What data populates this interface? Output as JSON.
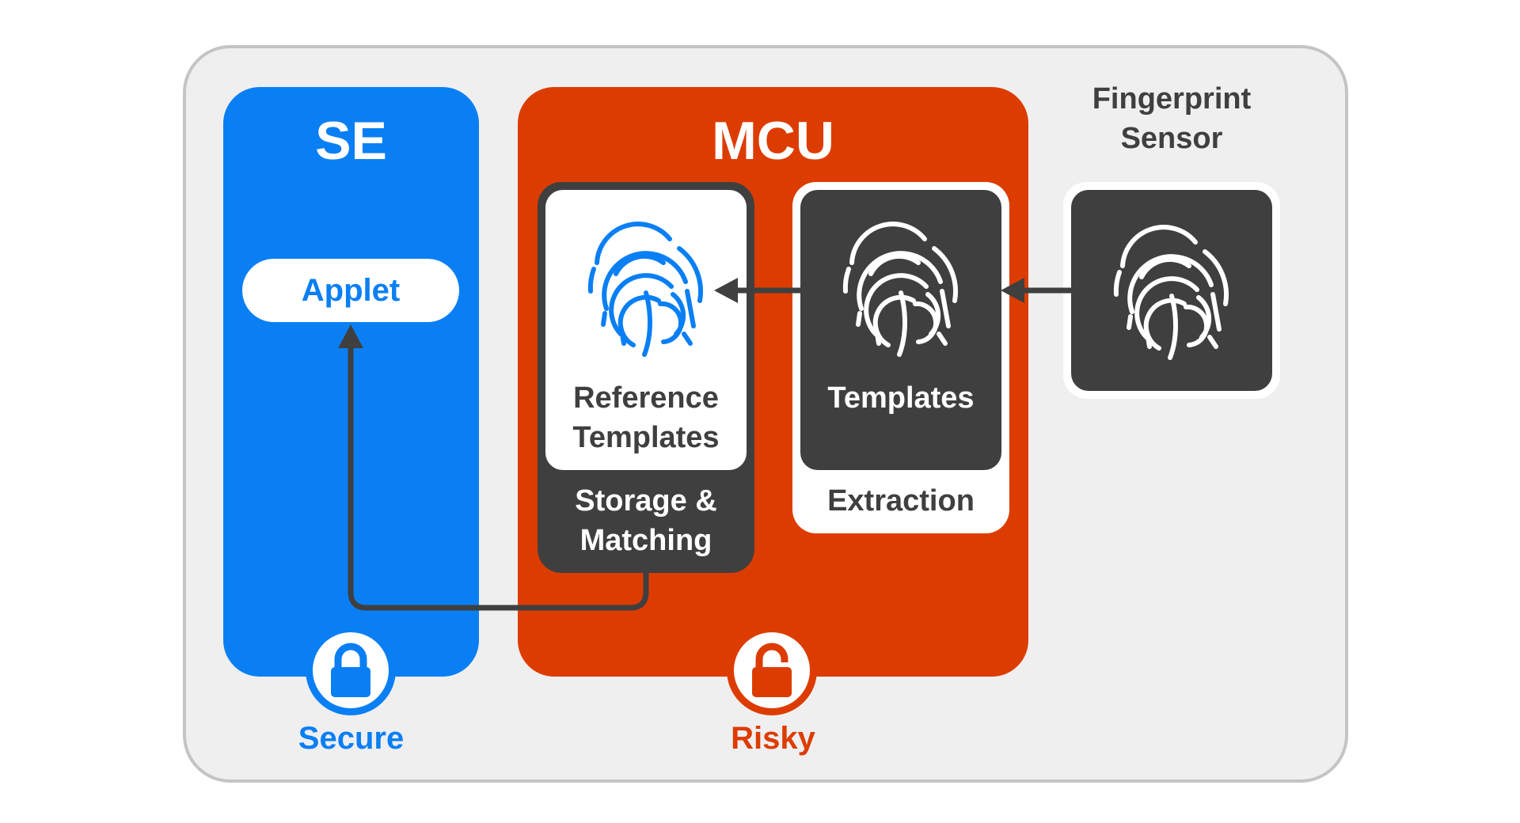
{
  "colors": {
    "secure_blue": "#0a7ff4",
    "risky_red": "#dd3c00",
    "dark": "#3f3f3f",
    "light": "#ffffff",
    "frame_bg": "#efefef"
  },
  "se": {
    "title": "SE",
    "applet_label": "Applet",
    "status": "Secure"
  },
  "mcu": {
    "title": "MCU",
    "storage": {
      "inner_label": "Reference Templates",
      "outer_label": "Storage & Matching"
    },
    "extraction": {
      "inner_label": "Templates",
      "outer_label": "Extraction"
    },
    "status": "Risky"
  },
  "sensor": {
    "title": "Fingerprint Sensor"
  },
  "icons": {
    "reference": "fingerprint-icon",
    "templates": "fingerprint-icon",
    "sensor": "fingerprint-icon",
    "secure": "lock-closed-icon",
    "risky": "lock-open-icon"
  }
}
